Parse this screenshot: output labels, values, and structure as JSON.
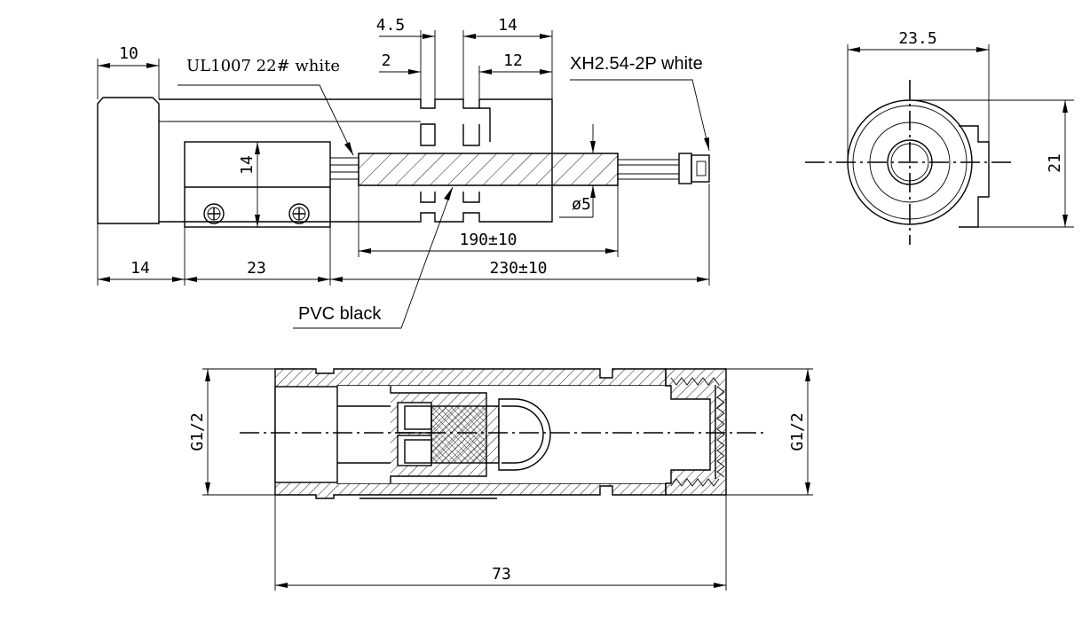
{
  "labels": {
    "wire_spec": "UL1007 22# white",
    "connector": "XH2.54-2P white",
    "cable": "PVC black"
  },
  "dimensions": {
    "top_left_10": "10",
    "gap_4_5": "4.5",
    "gap_2": "2",
    "span_14_top": "14",
    "span_12": "12",
    "height_14": "14",
    "dia_5": "ø5",
    "len_190": "190±10",
    "left_14": "14",
    "mid_23": "23",
    "len_230": "230±10",
    "end_width": "23.5",
    "end_height": "21",
    "thread_left": "G1/2",
    "thread_right": "G1/2",
    "overall_73": "73"
  },
  "colors": {
    "line": "#000000",
    "background": "#ffffff"
  }
}
